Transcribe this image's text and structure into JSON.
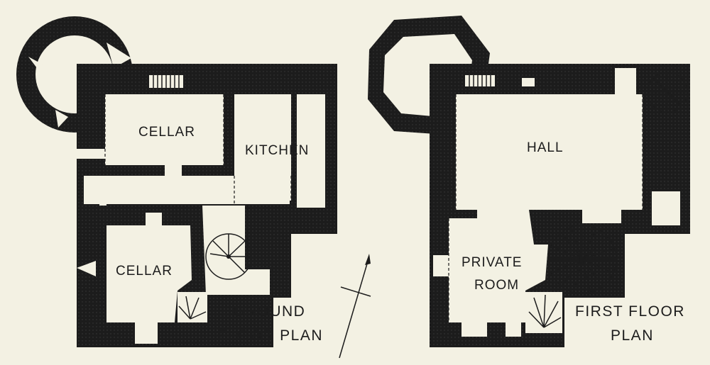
{
  "ground_floor": {
    "caption_line1": "GROUND",
    "caption_line2": "FLOOR PLAN",
    "rooms": {
      "cellar_upper": "CELLAR",
      "kitchen": "KITCHEN",
      "cellar_lower": "CELLAR"
    }
  },
  "first_floor": {
    "caption_line1": "FIRST FLOOR",
    "caption_line2": "PLAN",
    "rooms": {
      "hall": "HALL",
      "private_room_line1": "PRIVATE",
      "private_room_line2": "ROOM"
    }
  },
  "colors": {
    "ink": "#1c1c1c",
    "paper": "#f3f1e3"
  },
  "icons": [
    "north-arrow-icon",
    "spiral-stair-icon",
    "straight-stair-icon"
  ]
}
